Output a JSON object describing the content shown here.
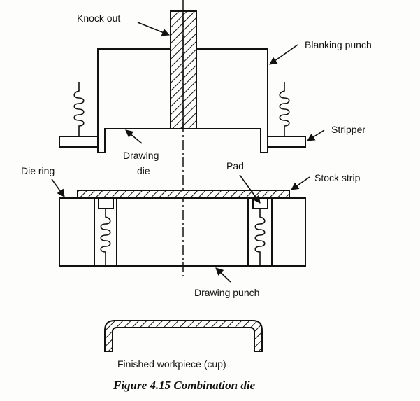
{
  "figure": {
    "caption": "Figure 4.15 Combination die",
    "colors": {
      "ink": "#111111",
      "paper": "#fdfdfc"
    }
  },
  "labels": {
    "knock_out": "Knock out",
    "blanking_punch": "Blanking punch",
    "stripper": "Stripper",
    "drawing_die_line1": "Drawing",
    "drawing_die_line2": "die",
    "die_ring": "Die ring",
    "pad": "Pad",
    "stock_strip": "Stock strip",
    "drawing_punch": "Drawing punch",
    "finished_workpiece": "Finished workpiece (cup)"
  }
}
